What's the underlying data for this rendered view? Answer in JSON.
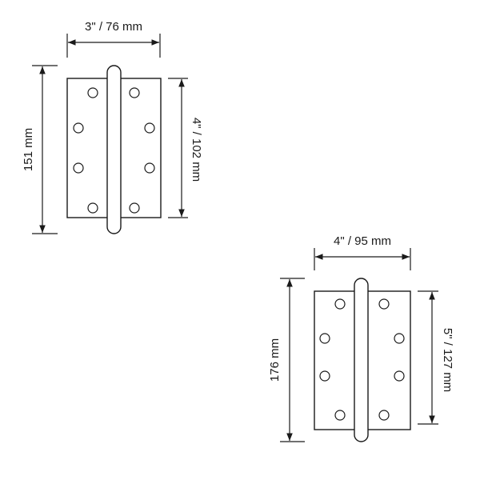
{
  "hinge_small": {
    "width_label": "3\" / 76 mm",
    "overall_height_label": "151 mm",
    "leaf_height_label": "4\" / 102 mm"
  },
  "hinge_large": {
    "width_label": "4\" / 95 mm",
    "overall_height_label": "176 mm",
    "leaf_height_label": "5\" / 127 mm"
  }
}
